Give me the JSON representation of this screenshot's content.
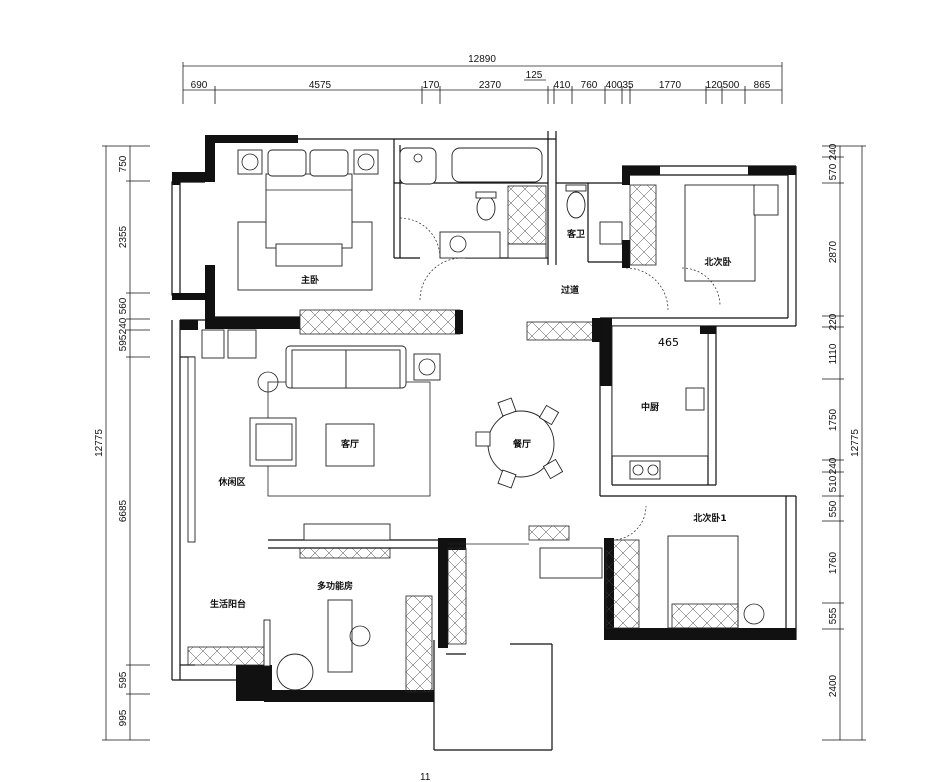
{
  "dimensions": {
    "overall_top": "12890",
    "top_segments": [
      "690",
      "4575",
      "170",
      "2370",
      "125",
      "410",
      "760",
      "400",
      "35",
      "1770",
      "120",
      "500",
      "865"
    ],
    "overall_left": "12775",
    "left_segments": [
      "750",
      "2355",
      "560",
      "240",
      "595",
      "6685",
      "595",
      "995"
    ],
    "overall_right": "12775",
    "right_segments": [
      "240",
      "570",
      "2870",
      "220",
      "1110",
      "1750",
      "240",
      "510",
      "550",
      "1760",
      "555",
      "2400"
    ],
    "misc_label": "465",
    "bottom_partial": "11"
  },
  "rooms": {
    "master_bedroom": "主卧",
    "guest_bath": "客卫",
    "north_second_bedroom": "北次卧",
    "corridor": "过道",
    "living_room": "客厅",
    "dining_room": "餐厅",
    "middle_kitchen": "中厨",
    "leisure_area": "休闲区",
    "north_second_bedroom_1": "北次卧1",
    "multi_function_room": "多功能房",
    "utility_balcony": "生活阳台"
  },
  "colors": {
    "line": "#111111",
    "background": "#ffffff"
  }
}
